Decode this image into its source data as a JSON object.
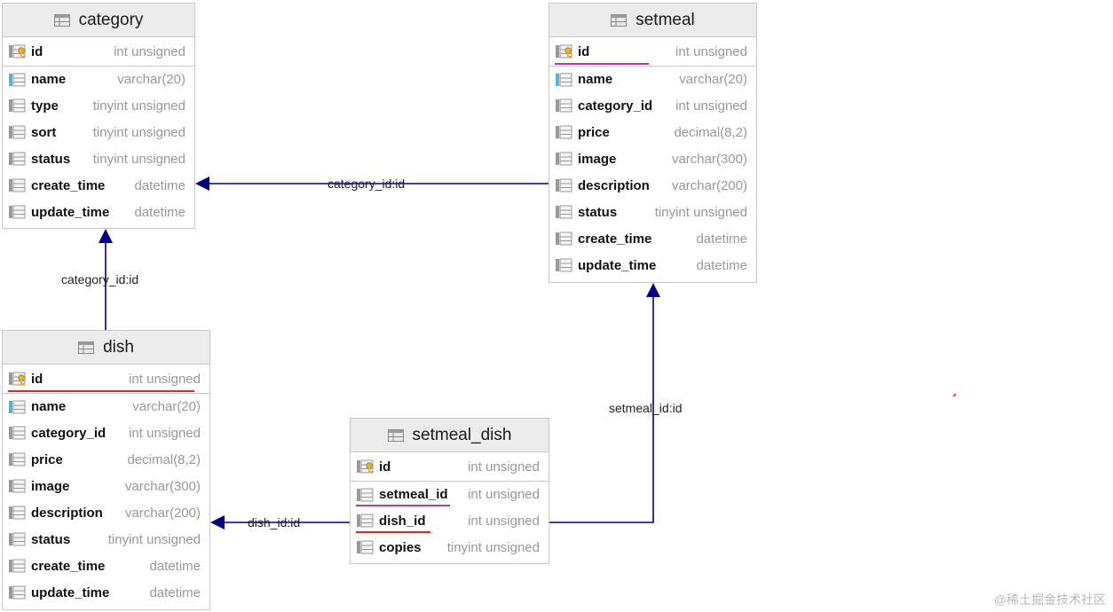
{
  "colors": {
    "edge": "#00007f",
    "header_bg": "#ececec",
    "border": "#c8c8c8",
    "type_text": "#999999",
    "underline_red": "#d22c2c",
    "underline_purple": "#a243a6",
    "pink_mark": "#e0408a"
  },
  "tables": {
    "category": {
      "name": "category",
      "columns": [
        {
          "name": "id",
          "type": "int unsigned",
          "icon": "primary-key-icon"
        },
        {
          "name": "name",
          "type": "varchar(20)",
          "icon": "unique-column-icon"
        },
        {
          "name": "type",
          "type": "tinyint unsigned",
          "icon": "column-icon"
        },
        {
          "name": "sort",
          "type": "tinyint unsigned",
          "icon": "column-icon"
        },
        {
          "name": "status",
          "type": "tinyint unsigned",
          "icon": "column-icon"
        },
        {
          "name": "create_time",
          "type": "datetime",
          "icon": "column-icon"
        },
        {
          "name": "update_time",
          "type": "datetime",
          "icon": "column-icon"
        }
      ]
    },
    "setmeal": {
      "name": "setmeal",
      "columns": [
        {
          "name": "id",
          "type": "int unsigned",
          "icon": "primary-key-icon"
        },
        {
          "name": "name",
          "type": "varchar(20)",
          "icon": "unique-column-icon"
        },
        {
          "name": "category_id",
          "type": "int unsigned",
          "icon": "column-icon"
        },
        {
          "name": "price",
          "type": "decimal(8,2)",
          "icon": "column-icon"
        },
        {
          "name": "image",
          "type": "varchar(300)",
          "icon": "column-icon"
        },
        {
          "name": "description",
          "type": "varchar(200)",
          "icon": "column-icon"
        },
        {
          "name": "status",
          "type": "tinyint unsigned",
          "icon": "column-icon"
        },
        {
          "name": "create_time",
          "type": "datetime",
          "icon": "column-icon"
        },
        {
          "name": "update_time",
          "type": "datetime",
          "icon": "column-icon"
        }
      ]
    },
    "dish": {
      "name": "dish",
      "columns": [
        {
          "name": "id",
          "type": "int unsigned",
          "icon": "primary-key-icon"
        },
        {
          "name": "name",
          "type": "varchar(20)",
          "icon": "unique-column-icon"
        },
        {
          "name": "category_id",
          "type": "int unsigned",
          "icon": "column-icon"
        },
        {
          "name": "price",
          "type": "decimal(8,2)",
          "icon": "column-icon"
        },
        {
          "name": "image",
          "type": "varchar(300)",
          "icon": "column-icon"
        },
        {
          "name": "description",
          "type": "varchar(200)",
          "icon": "column-icon"
        },
        {
          "name": "status",
          "type": "tinyint unsigned",
          "icon": "column-icon"
        },
        {
          "name": "create_time",
          "type": "datetime",
          "icon": "column-icon"
        },
        {
          "name": "update_time",
          "type": "datetime",
          "icon": "column-icon"
        }
      ]
    },
    "setmeal_dish": {
      "name": "setmeal_dish",
      "columns": [
        {
          "name": "id",
          "type": "int unsigned",
          "icon": "primary-key-icon"
        },
        {
          "name": "setmeal_id",
          "type": "int unsigned",
          "icon": "column-icon"
        },
        {
          "name": "dish_id",
          "type": "int unsigned",
          "icon": "column-icon"
        },
        {
          "name": "copies",
          "type": "tinyint unsigned",
          "icon": "column-icon"
        }
      ]
    }
  },
  "relations": {
    "setmeal_to_category": "category_id:id",
    "dish_to_category": "category_id:id",
    "setmeal_dish_to_dish": "dish_id:id",
    "setmeal_dish_to_setmeal": "setmeal_id:id"
  },
  "watermark": "@稀土掘金技术社区"
}
